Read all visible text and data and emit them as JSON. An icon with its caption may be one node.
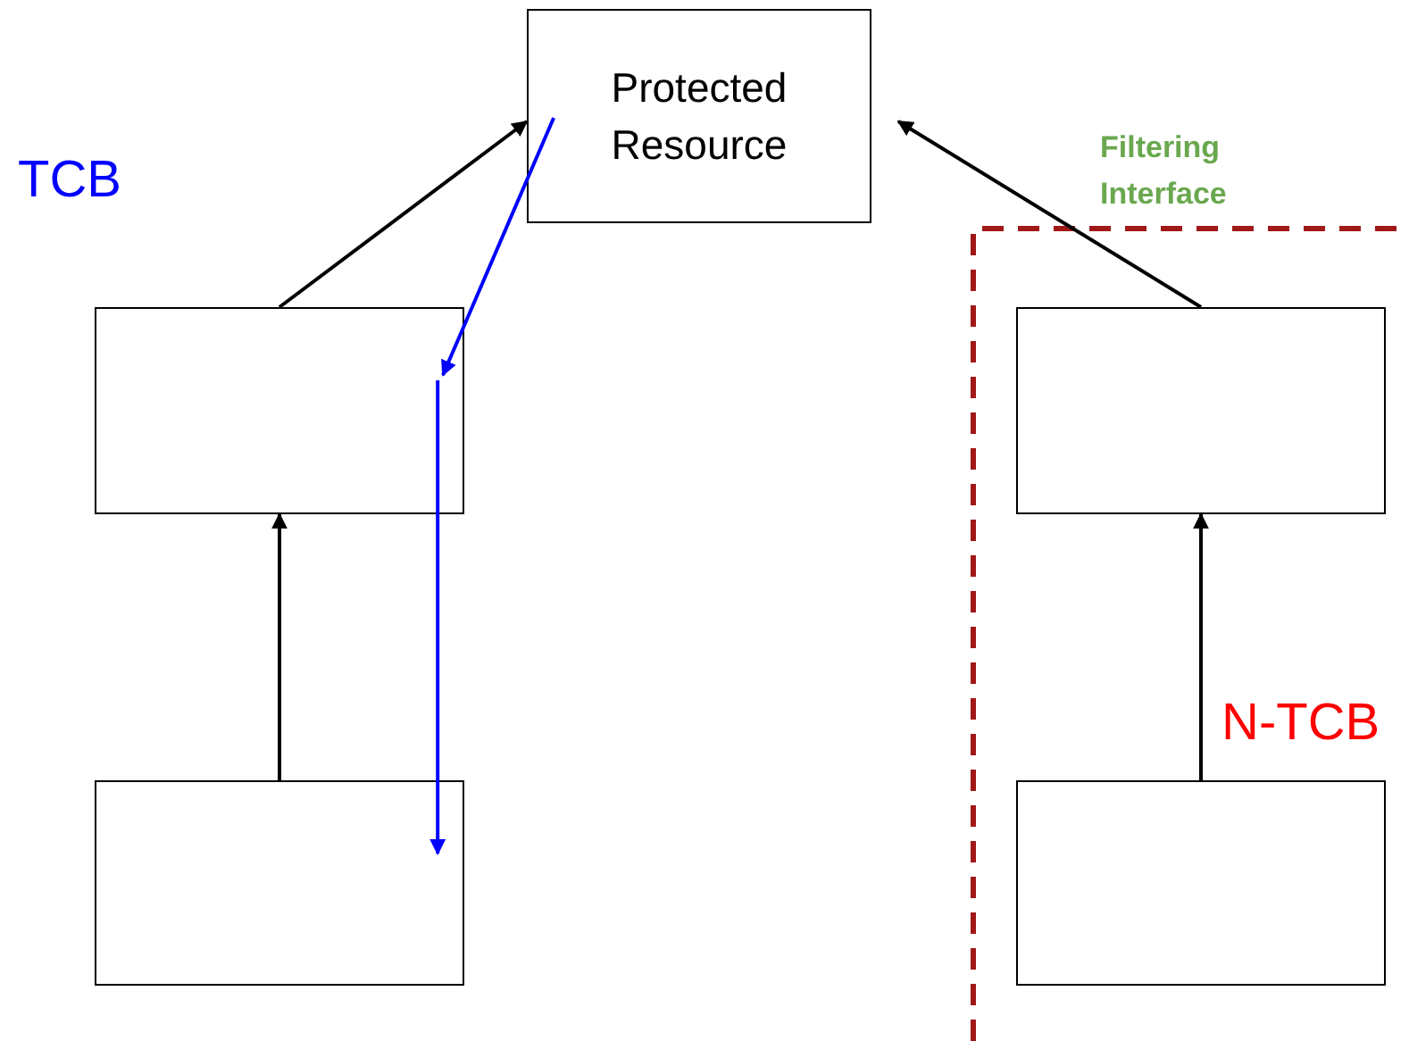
{
  "diagram": {
    "nodes": [
      {
        "text": [
          "Protected Resource"
        ]
      },
      {
        "text": [],
        "shape": "box"
      },
      {
        "text": [],
        "shape": "box"
      },
      {
        "text": [],
        "shape": "box"
      },
      {
        "text": [],
        "shape": "box"
      }
    ],
    "edges": [
      {
        "from": 1,
        "to": 0,
        "arrow": "to"
      },
      {
        "from": 2,
        "to": 1,
        "arrow": "to"
      },
      {
        "from": 3,
        "to": 0,
        "arrow": "to"
      },
      {
        "from": 4,
        "to": 3,
        "arrow": "to"
      },
      {
        "from": 0,
        "to": 1,
        "arrow": "to",
        "color": "#0000ff"
      },
      {
        "from": 1,
        "to": 2,
        "arrow": "to",
        "color": "#0000ff"
      }
    ],
    "labels": [
      "TCB",
      "Filtering Interface",
      "N-TCB"
    ]
  }
}
